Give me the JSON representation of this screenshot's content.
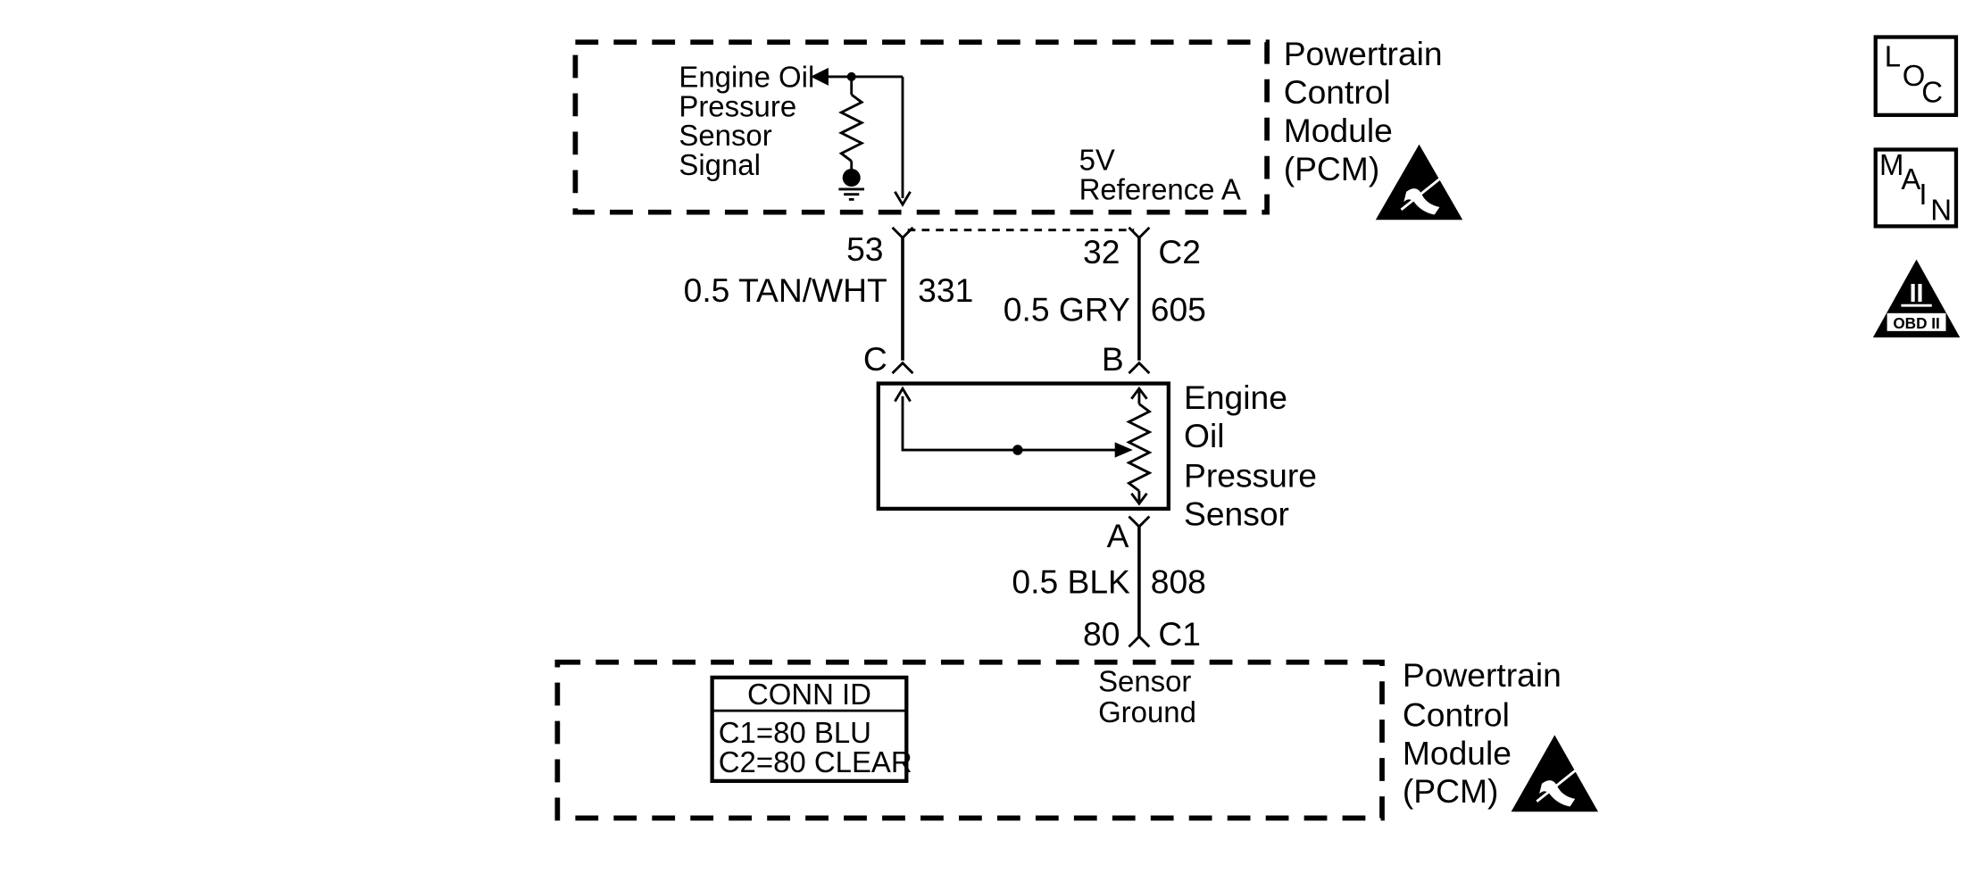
{
  "pcm_top": {
    "title_lines": [
      "Powertrain",
      "Control",
      "Module",
      "(PCM)"
    ],
    "signal_label_lines": [
      "Engine Oil",
      "Pressure",
      "Sensor",
      "Signal"
    ],
    "reference_label_lines": [
      "5V",
      "Reference A"
    ]
  },
  "wire_signal": {
    "pcm_pin": "53",
    "spec": "0.5 TAN/WHT",
    "circuit": "331",
    "sensor_terminal": "C"
  },
  "wire_reference": {
    "pcm_pin": "32",
    "connector": "C2",
    "spec": "0.5 GRY",
    "circuit": "605",
    "sensor_terminal": "B"
  },
  "sensor": {
    "label_lines": [
      "Engine",
      "Oil",
      "Pressure",
      "Sensor"
    ]
  },
  "wire_ground": {
    "sensor_terminal": "A",
    "spec": "0.5 BLK",
    "circuit": "808",
    "pcm_pin": "80",
    "connector": "C1"
  },
  "pcm_bottom": {
    "title_lines": [
      "Powertrain",
      "Control",
      "Module",
      "(PCM)"
    ],
    "ground_label_lines": [
      "Sensor",
      "Ground"
    ],
    "conn_id": {
      "header": "CONN ID",
      "rows": [
        "C1=80 BLU",
        "C2=80 CLEAR"
      ]
    }
  },
  "side_icons": {
    "loc": [
      "L",
      "O",
      "C"
    ],
    "main": [
      "M",
      "A",
      "I",
      "N"
    ],
    "obd": {
      "numeral": "II",
      "caption": "OBD II"
    }
  }
}
